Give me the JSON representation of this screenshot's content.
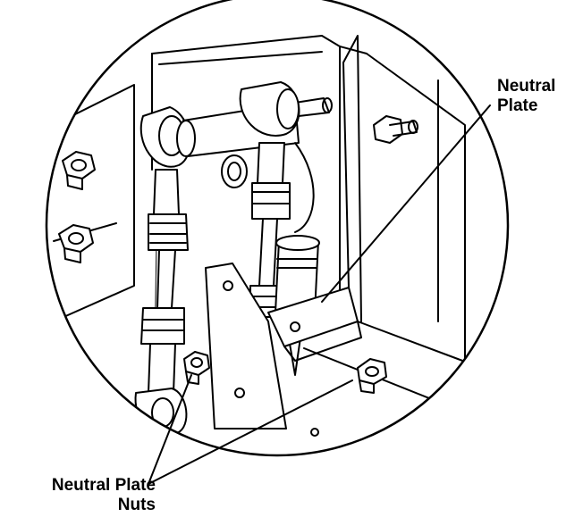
{
  "callouts": {
    "neutral_plate": {
      "line1": "Neutral",
      "line2": "Plate"
    },
    "neutral_plate_nuts": {
      "line1": "Neutral Plate",
      "line2": "Nuts"
    }
  },
  "colors": {
    "ink": "#000000",
    "paper": "#ffffff"
  }
}
